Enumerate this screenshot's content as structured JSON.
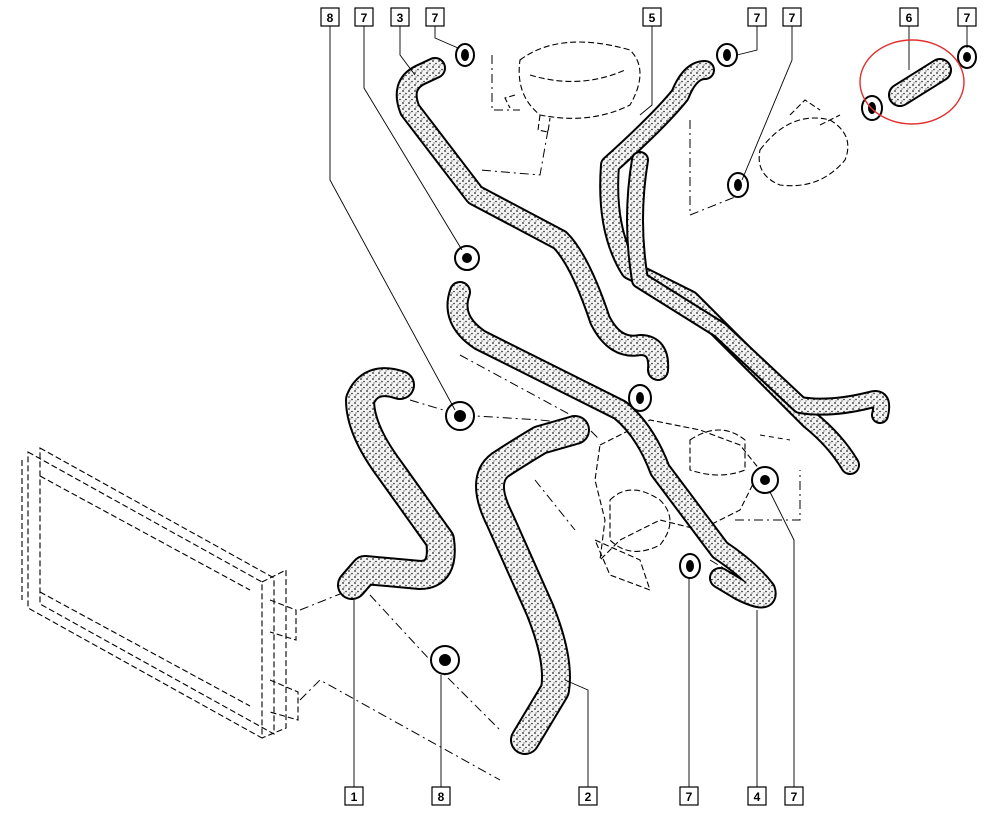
{
  "callouts_top": [
    {
      "id": "t-8",
      "label": "8"
    },
    {
      "id": "t-7a",
      "label": "7"
    },
    {
      "id": "t-3",
      "label": "3"
    },
    {
      "id": "t-7b",
      "label": "7"
    },
    {
      "id": "t-5",
      "label": "5"
    },
    {
      "id": "t-7c",
      "label": "7"
    },
    {
      "id": "t-7d",
      "label": "7"
    },
    {
      "id": "t-6",
      "label": "6"
    },
    {
      "id": "t-7e",
      "label": "7"
    }
  ],
  "callouts_bottom": [
    {
      "id": "b-1",
      "label": "1"
    },
    {
      "id": "b-8",
      "label": "8"
    },
    {
      "id": "b-2",
      "label": "2"
    },
    {
      "id": "b-7a",
      "label": "7"
    },
    {
      "id": "b-4",
      "label": "4"
    },
    {
      "id": "b-7b",
      "label": "7"
    }
  ],
  "highlight": {
    "color": "#e03030",
    "target_label": "6"
  },
  "colors": {
    "line": "#000000",
    "hose_fill": "#e6e6e6",
    "background": "#ffffff"
  }
}
